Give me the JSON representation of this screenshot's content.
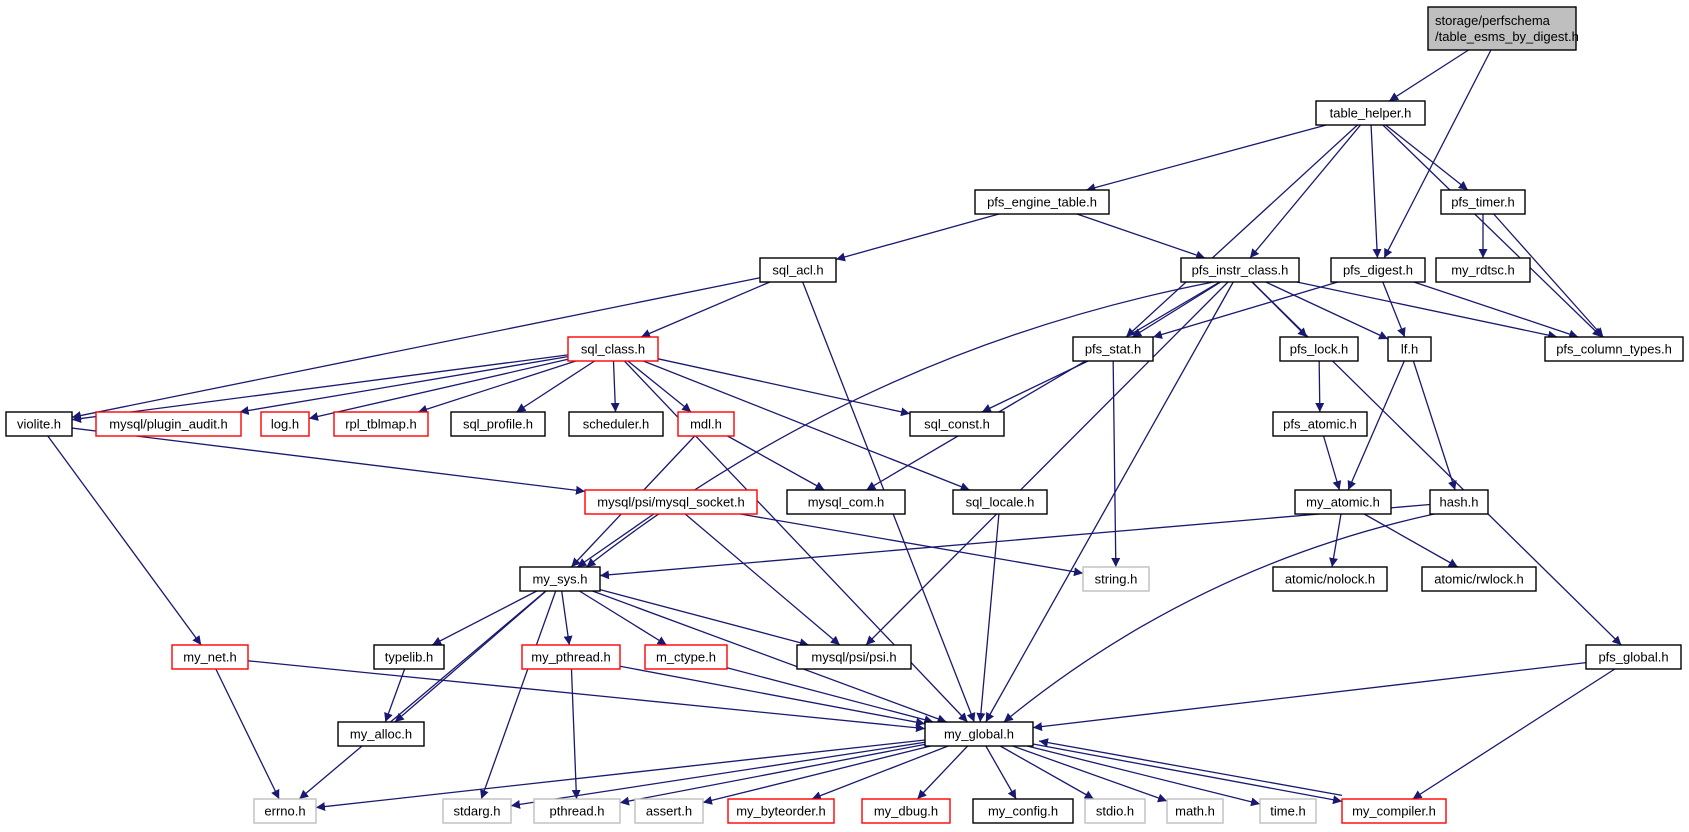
{
  "diagram": {
    "colors": {
      "edge": "#191970",
      "root_fill": "#bfbfbf",
      "border_black": "#000000",
      "border_red": "#ff0000",
      "border_gray": "#bfbfbf"
    },
    "nodes": [
      {
        "id": "root",
        "lines": [
          "storage/perfschema",
          "/table_esms_by_digest.h"
        ],
        "style": "root"
      },
      {
        "id": "table_helper",
        "lines": [
          "table_helper.h"
        ],
        "style": "black"
      },
      {
        "id": "pfs_engine_table",
        "lines": [
          "pfs_engine_table.h"
        ],
        "style": "black"
      },
      {
        "id": "pfs_timer",
        "lines": [
          "pfs_timer.h"
        ],
        "style": "black"
      },
      {
        "id": "sql_acl",
        "lines": [
          "sql_acl.h"
        ],
        "style": "black"
      },
      {
        "id": "pfs_instr_class",
        "lines": [
          "pfs_instr_class.h"
        ],
        "style": "black"
      },
      {
        "id": "pfs_digest",
        "lines": [
          "pfs_digest.h"
        ],
        "style": "black"
      },
      {
        "id": "my_rdtsc",
        "lines": [
          "my_rdtsc.h"
        ],
        "style": "black"
      },
      {
        "id": "sql_class",
        "lines": [
          "sql_class.h"
        ],
        "style": "red"
      },
      {
        "id": "pfs_stat",
        "lines": [
          "pfs_stat.h"
        ],
        "style": "black"
      },
      {
        "id": "pfs_lock",
        "lines": [
          "pfs_lock.h"
        ],
        "style": "black"
      },
      {
        "id": "lf",
        "lines": [
          "lf.h"
        ],
        "style": "black"
      },
      {
        "id": "pfs_column_types",
        "lines": [
          "pfs_column_types.h"
        ],
        "style": "black"
      },
      {
        "id": "violite",
        "lines": [
          "violite.h"
        ],
        "style": "black"
      },
      {
        "id": "plugin_audit",
        "lines": [
          "mysql/plugin_audit.h"
        ],
        "style": "red"
      },
      {
        "id": "log",
        "lines": [
          "log.h"
        ],
        "style": "red"
      },
      {
        "id": "rpl_tblmap",
        "lines": [
          "rpl_tblmap.h"
        ],
        "style": "red"
      },
      {
        "id": "sql_profile",
        "lines": [
          "sql_profile.h"
        ],
        "style": "black"
      },
      {
        "id": "scheduler",
        "lines": [
          "scheduler.h"
        ],
        "style": "black"
      },
      {
        "id": "mdl",
        "lines": [
          "mdl.h"
        ],
        "style": "red"
      },
      {
        "id": "sql_const",
        "lines": [
          "sql_const.h"
        ],
        "style": "black"
      },
      {
        "id": "pfs_atomic",
        "lines": [
          "pfs_atomic.h"
        ],
        "style": "black"
      },
      {
        "id": "mysql_socket",
        "lines": [
          "mysql/psi/mysql_socket.h"
        ],
        "style": "red"
      },
      {
        "id": "mysql_com",
        "lines": [
          "mysql_com.h"
        ],
        "style": "black"
      },
      {
        "id": "sql_locale",
        "lines": [
          "sql_locale.h"
        ],
        "style": "black"
      },
      {
        "id": "my_atomic",
        "lines": [
          "my_atomic.h"
        ],
        "style": "black"
      },
      {
        "id": "hash",
        "lines": [
          "hash.h"
        ],
        "style": "black"
      },
      {
        "id": "my_sys",
        "lines": [
          "my_sys.h"
        ],
        "style": "black"
      },
      {
        "id": "string",
        "lines": [
          "string.h"
        ],
        "style": "gray"
      },
      {
        "id": "atomic_nolock",
        "lines": [
          "atomic/nolock.h"
        ],
        "style": "black"
      },
      {
        "id": "atomic_rwlock",
        "lines": [
          "atomic/rwlock.h"
        ],
        "style": "black"
      },
      {
        "id": "my_net",
        "lines": [
          "my_net.h"
        ],
        "style": "red"
      },
      {
        "id": "typelib",
        "lines": [
          "typelib.h"
        ],
        "style": "black"
      },
      {
        "id": "my_pthread",
        "lines": [
          "my_pthread.h"
        ],
        "style": "red"
      },
      {
        "id": "m_ctype",
        "lines": [
          "m_ctype.h"
        ],
        "style": "red"
      },
      {
        "id": "psi",
        "lines": [
          "mysql/psi/psi.h"
        ],
        "style": "black"
      },
      {
        "id": "pfs_global",
        "lines": [
          "pfs_global.h"
        ],
        "style": "black"
      },
      {
        "id": "my_alloc",
        "lines": [
          "my_alloc.h"
        ],
        "style": "black"
      },
      {
        "id": "my_global",
        "lines": [
          "my_global.h"
        ],
        "style": "black"
      },
      {
        "id": "errno",
        "lines": [
          "errno.h"
        ],
        "style": "gray"
      },
      {
        "id": "stdarg",
        "lines": [
          "stdarg.h"
        ],
        "style": "gray"
      },
      {
        "id": "pthread",
        "lines": [
          "pthread.h"
        ],
        "style": "gray"
      },
      {
        "id": "assert",
        "lines": [
          "assert.h"
        ],
        "style": "gray"
      },
      {
        "id": "my_byteorder",
        "lines": [
          "my_byteorder.h"
        ],
        "style": "red"
      },
      {
        "id": "my_dbug",
        "lines": [
          "my_dbug.h"
        ],
        "style": "red"
      },
      {
        "id": "my_config",
        "lines": [
          "my_config.h"
        ],
        "style": "black"
      },
      {
        "id": "stdio",
        "lines": [
          "stdio.h"
        ],
        "style": "gray"
      },
      {
        "id": "math",
        "lines": [
          "math.h"
        ],
        "style": "gray"
      },
      {
        "id": "time",
        "lines": [
          "time.h"
        ],
        "style": "gray"
      },
      {
        "id": "my_compiler",
        "lines": [
          "my_compiler.h"
        ],
        "style": "red"
      }
    ],
    "edges": [
      [
        "root",
        "table_helper"
      ],
      [
        "root",
        "pfs_digest"
      ],
      [
        "table_helper",
        "pfs_engine_table"
      ],
      [
        "table_helper",
        "pfs_instr_class"
      ],
      [
        "table_helper",
        "pfs_stat"
      ],
      [
        "table_helper",
        "pfs_digest"
      ],
      [
        "table_helper",
        "pfs_timer"
      ],
      [
        "table_helper",
        "pfs_column_types"
      ],
      [
        "pfs_engine_table",
        "sql_acl"
      ],
      [
        "pfs_engine_table",
        "pfs_instr_class"
      ],
      [
        "pfs_timer",
        "my_rdtsc"
      ],
      [
        "pfs_timer",
        "pfs_column_types"
      ],
      [
        "sql_acl",
        "violite"
      ],
      [
        "sql_acl",
        "sql_class"
      ],
      [
        "sql_acl",
        "my_global"
      ],
      [
        "pfs_instr_class",
        "pfs_stat"
      ],
      [
        "pfs_instr_class",
        "pfs_lock"
      ],
      [
        "pfs_instr_class",
        "lf"
      ],
      [
        "pfs_instr_class",
        "pfs_column_types"
      ],
      [
        "pfs_instr_class",
        "pfs_global"
      ],
      [
        "pfs_instr_class",
        "my_sys"
      ],
      [
        "pfs_instr_class",
        "mysql_com"
      ],
      [
        "pfs_instr_class",
        "psi"
      ],
      [
        "pfs_instr_class",
        "my_global"
      ],
      [
        "pfs_digest",
        "pfs_stat"
      ],
      [
        "pfs_digest",
        "lf"
      ],
      [
        "pfs_digest",
        "pfs_column_types"
      ],
      [
        "sql_class",
        "violite"
      ],
      [
        "sql_class",
        "plugin_audit"
      ],
      [
        "sql_class",
        "log"
      ],
      [
        "sql_class",
        "rpl_tblmap"
      ],
      [
        "sql_class",
        "sql_profile"
      ],
      [
        "sql_class",
        "scheduler"
      ],
      [
        "sql_class",
        "mdl"
      ],
      [
        "sql_class",
        "sql_const"
      ],
      [
        "sql_class",
        "sql_locale"
      ],
      [
        "sql_class",
        "my_global"
      ],
      [
        "pfs_stat",
        "sql_const"
      ],
      [
        "pfs_stat",
        "string"
      ],
      [
        "pfs_lock",
        "pfs_atomic"
      ],
      [
        "pfs_atomic",
        "my_atomic"
      ],
      [
        "lf",
        "my_atomic"
      ],
      [
        "lf",
        "hash"
      ],
      [
        "violite",
        "mysql_socket"
      ],
      [
        "violite",
        "my_net"
      ],
      [
        "mdl",
        "my_sys"
      ],
      [
        "mdl",
        "mysql_com"
      ],
      [
        "mysql_socket",
        "my_sys"
      ],
      [
        "mysql_socket",
        "psi"
      ],
      [
        "mysql_socket",
        "string"
      ],
      [
        "sql_locale",
        "my_global"
      ],
      [
        "my_atomic",
        "atomic_nolock"
      ],
      [
        "my_atomic",
        "atomic_rwlock"
      ],
      [
        "hash",
        "my_sys"
      ],
      [
        "hash",
        "my_global"
      ],
      [
        "my_sys",
        "typelib"
      ],
      [
        "my_sys",
        "my_pthread"
      ],
      [
        "my_sys",
        "m_ctype"
      ],
      [
        "my_sys",
        "psi"
      ],
      [
        "my_sys",
        "my_global"
      ],
      [
        "my_sys",
        "my_alloc"
      ],
      [
        "my_sys",
        "errno"
      ],
      [
        "my_sys",
        "stdarg"
      ],
      [
        "my_net",
        "errno"
      ],
      [
        "my_net",
        "my_global"
      ],
      [
        "typelib",
        "my_alloc"
      ],
      [
        "my_pthread",
        "pthread"
      ],
      [
        "my_pthread",
        "my_global"
      ],
      [
        "m_ctype",
        "my_global"
      ],
      [
        "pfs_global",
        "my_global"
      ],
      [
        "pfs_global",
        "my_compiler"
      ],
      [
        "my_global",
        "errno"
      ],
      [
        "my_global",
        "stdarg"
      ],
      [
        "my_global",
        "pthread"
      ],
      [
        "my_global",
        "assert"
      ],
      [
        "my_global",
        "my_byteorder"
      ],
      [
        "my_global",
        "my_dbug"
      ],
      [
        "my_global",
        "my_config"
      ],
      [
        "my_global",
        "stdio"
      ],
      [
        "my_global",
        "math"
      ],
      [
        "my_global",
        "time"
      ],
      [
        "my_global",
        "my_compiler"
      ],
      [
        "my_compiler",
        "my_global"
      ]
    ]
  }
}
